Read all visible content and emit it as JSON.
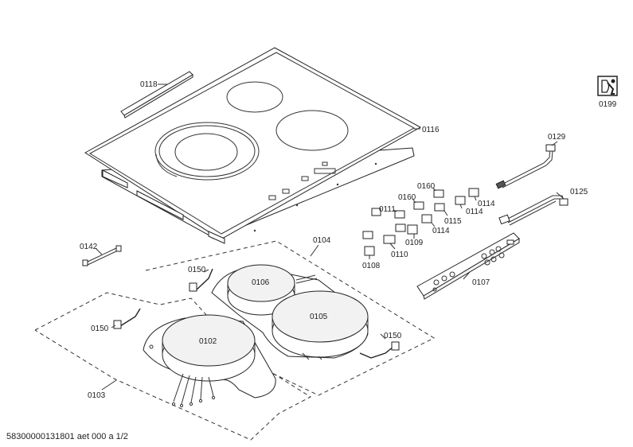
{
  "labels": {
    "p0118": "0118",
    "p0116": "0116",
    "p0199": "0199",
    "p0129": "0129",
    "p0125": "0125",
    "p0160a": "0160",
    "p0160b": "0160",
    "p0111": "0111",
    "p0114a": "0114",
    "p0114b": "0114",
    "p0114c": "0114",
    "p0115": "0115",
    "p0109": "0109",
    "p0110": "0110",
    "p0108": "0108",
    "p0142": "0142",
    "p0104": "0104",
    "p0150a": "0150",
    "p0150b": "0150",
    "p0150c": "0150",
    "p0106": "0106",
    "p0105": "0105",
    "p0102": "0102",
    "p0103": "0103",
    "p0107": "0107"
  },
  "footer": {
    "docref": "58300000131801 aet 000 a 1/2"
  },
  "icons": {
    "service": "service-wrench-icon"
  }
}
